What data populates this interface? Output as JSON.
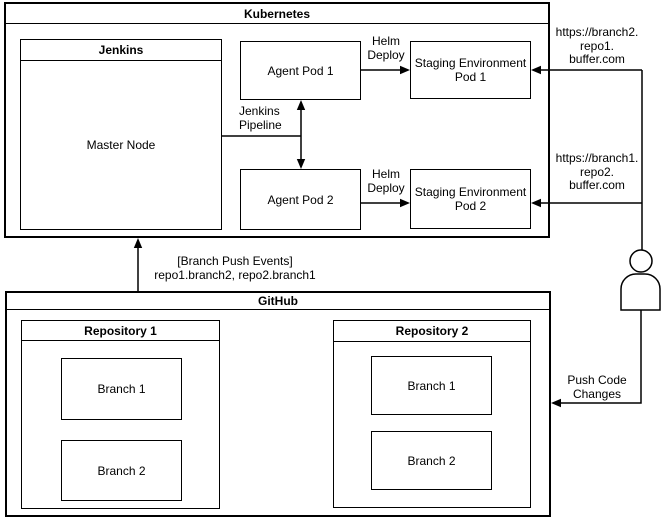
{
  "diagram": {
    "kubernetes": {
      "title": "Kubernetes",
      "jenkins": {
        "title": "Jenkins",
        "node": "Master Node"
      },
      "agent_pods": [
        "Agent Pod 1",
        "Agent Pod 2"
      ],
      "staging_pods": [
        "Staging Environment\nPod 1",
        "Staging Environment\nPod 2"
      ]
    },
    "github": {
      "title": "GitHub",
      "repositories": [
        {
          "title": "Repository 1",
          "branches": [
            "Branch 1",
            "Branch 2"
          ]
        },
        {
          "title": "Repository 2",
          "branches": [
            "Branch 1",
            "Branch 2"
          ]
        }
      ]
    },
    "edges": {
      "jenkins_pipeline": "Jenkins\nPipeline",
      "helm_deploy": "Helm\nDeploy",
      "staging_url_1": "https://branch2.\nrepo1.\nbuffer.com",
      "staging_url_2": "https://branch1.\nrepo2.\nbuffer.com",
      "branch_push_events": "[Branch Push Events]\nrepo1.branch2, repo2.branch1",
      "push_code_changes": "Push Code\nChanges"
    },
    "icons": {
      "person": "actor-silhouette"
    },
    "colors": {
      "stroke": "#000000",
      "background": "#ffffff"
    }
  }
}
